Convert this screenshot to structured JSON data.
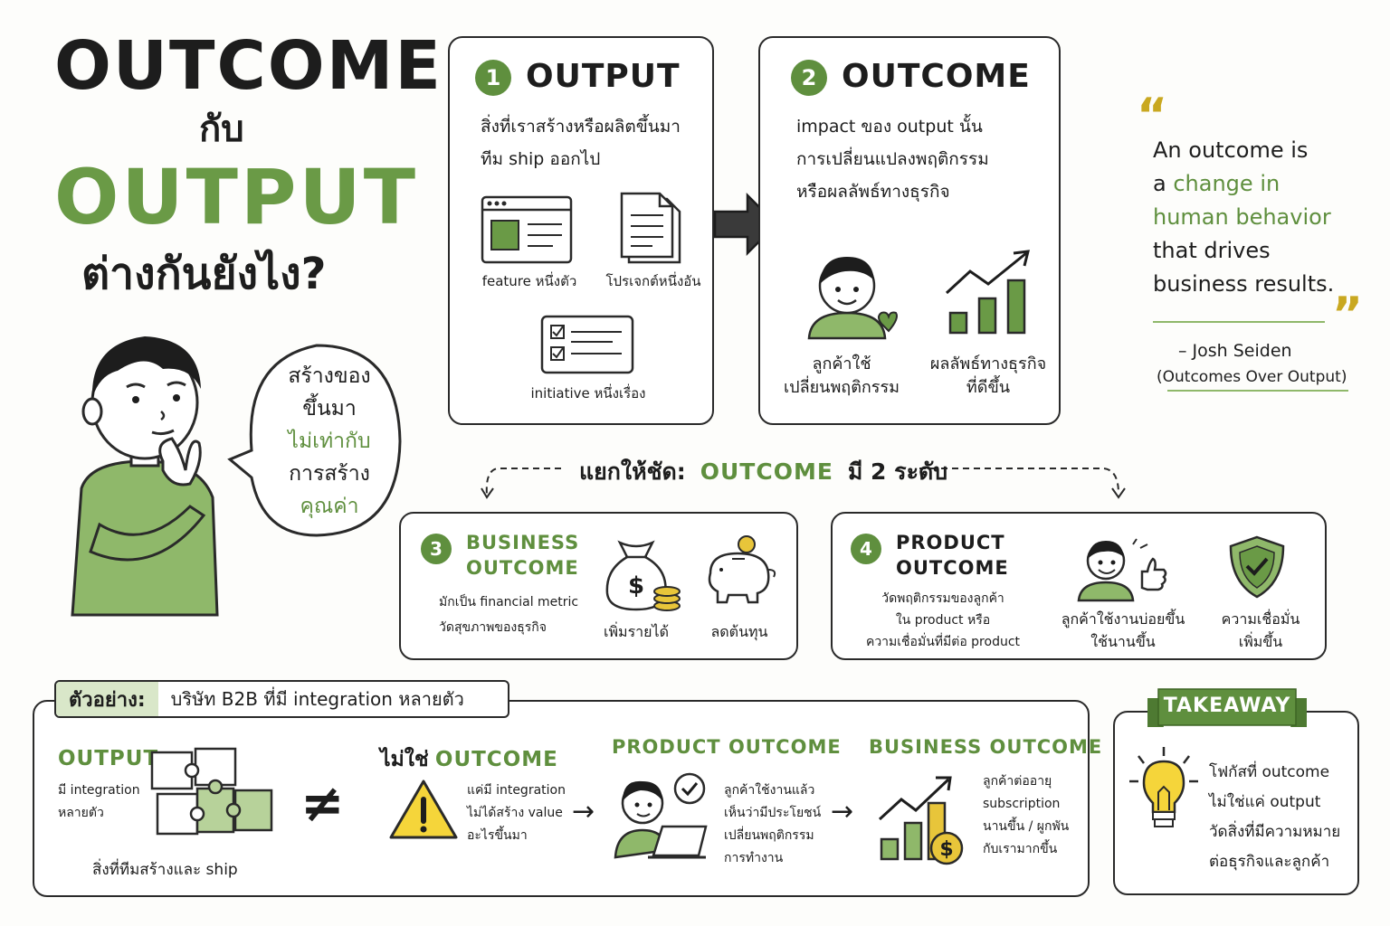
{
  "title": {
    "line1": "OUTCOME",
    "line2": "กับ",
    "line3": "OUTPUT",
    "line4": "ต่างกันยังไง?"
  },
  "speech": {
    "line1": "สร้างของ",
    "line2": "ขึ้นมา",
    "line3": "ไม่เท่ากับ",
    "line4": "การสร้าง",
    "line5": "คุณค่า"
  },
  "output_card": {
    "number": "1",
    "heading": "OUTPUT",
    "desc1": "สิ่งที่เราสร้างหรือผลิตขึ้นมา",
    "desc2": "ทีม ship ออกไป",
    "feature_caption": "feature หนึ่งตัว",
    "project_caption": "โปรเจกต์หนึ่งอัน",
    "initiative_caption": "initiative หนึ่งเรื่อง"
  },
  "outcome_card": {
    "number": "2",
    "heading": "OUTCOME",
    "desc1": "impact ของ output นั้น",
    "desc2": "การเปลี่ยนแปลงพฤติกรรม",
    "desc3": "หรือผลลัพธ์ทางธุรกิจ",
    "customer_caption1": "ลูกค้าใช้",
    "customer_caption2": "เปลี่ยนพฤติกรรม",
    "business_caption1": "ผลลัพธ์ทางธุรกิจ",
    "business_caption2": "ที่ดีขึ้น"
  },
  "quote": {
    "open_mark": "“",
    "close_mark": "”",
    "line1": "An outcome is",
    "line2_a": "a",
    "line2_b": "change in",
    "line3": "human behavior",
    "line4": "that drives",
    "line5": "business results.",
    "author": "– Josh Seiden",
    "source": "(Outcomes Over Output)"
  },
  "levels": {
    "prefix": "แยกให้ชัด:",
    "keyword": "OUTCOME",
    "suffix": "มี 2 ระดับ"
  },
  "business_outcome": {
    "number": "3",
    "heading1": "BUSINESS",
    "heading2": "OUTCOME",
    "desc1": "มักเป็น financial metric",
    "desc2": "วัดสุขภาพของธุรกิจ",
    "revenue_caption": "เพิ่มรายได้",
    "cost_caption": "ลดต้นทุน",
    "dollar_symbol": "$"
  },
  "product_outcome": {
    "number": "4",
    "heading1": "PRODUCT",
    "heading2": "OUTCOME",
    "desc1": "วัดพฤติกรรมของลูกค้า",
    "desc2": "ใน product หรือ",
    "desc3": "ความเชื่อมั่นที่มีต่อ product",
    "usage_caption1": "ลูกค้าใช้งานบ่อยขึ้น",
    "usage_caption2": "ใช้นานขึ้น",
    "trust_caption1": "ความเชื่อมั่น",
    "trust_caption2": "เพิ่มขึ้น"
  },
  "example": {
    "label": "ตัวอย่าง:",
    "text": "บริษัท B2B ที่มี integration หลายตัว",
    "output_heading": "OUTPUT",
    "output_desc1": "มี integration",
    "output_desc2": "หลายตัว",
    "output_caption": "สิ่งที่ทีมสร้างและ ship",
    "not_equal": "≠",
    "not_outcome_prefix": "ไม่ใช่",
    "not_outcome_keyword": "OUTCOME",
    "not_desc1": "แค่มี integration",
    "not_desc2": "ไม่ได้สร้าง value",
    "not_desc3": "อะไรขึ้นมา",
    "product_heading": "PRODUCT OUTCOME",
    "product_desc1": "ลูกค้าใช้งานแล้ว",
    "product_desc2": "เห็นว่ามีประโยชน์",
    "product_desc3": "เปลี่ยนพฤติกรรม",
    "product_desc4": "การทำงาน",
    "business_heading": "BUSINESS OUTCOME",
    "business_desc1": "ลูกค้าต่ออายุ",
    "business_desc2": "subscription",
    "business_desc3": "นานขึ้น / ผูกพัน",
    "business_desc4": "กับเรามากขึ้น",
    "arrow": "→",
    "dollar_symbol": "$"
  },
  "takeaway": {
    "banner": "TAKEAWAY",
    "line1": "โฟกัสที่ outcome",
    "line2": "ไม่ใช่แค่ output",
    "line3": "วัดสิ่งที่มีความหมาย",
    "line4": "ต่อธุรกิจและลูกค้า"
  },
  "colors": {
    "accent_green": "#5f8f3e",
    "light_green": "#8fb86a",
    "ink": "#1d1d1d",
    "warning_yellow": "#f5d53a",
    "coin_gold": "#e8c53a"
  }
}
